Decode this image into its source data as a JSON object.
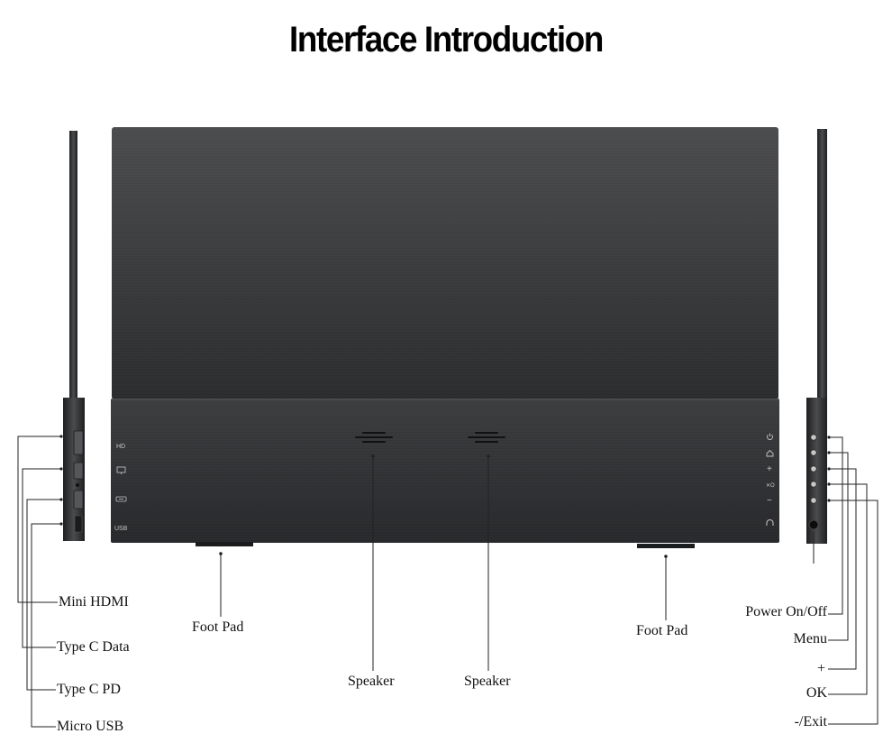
{
  "title": "Interface Introduction",
  "ports_left": [
    "Mini HDMI",
    "Type C Data",
    "Type C PD",
    "Micro USB"
  ],
  "device_labels": {
    "foot_pad_left": "Foot Pad",
    "foot_pad_right": "Foot Pad",
    "speaker_left": "Speaker",
    "speaker_right": "Speaker"
  },
  "buttons_right": [
    "Power On/Off",
    "Menu",
    "+",
    "OK",
    "-/Exit"
  ],
  "panel_markings": {
    "hd": "HD",
    "usb": "USB",
    "plus": "+",
    "ok": "✕O",
    "minus": "−"
  },
  "colors": {
    "panel_dark": "#2b2c2e",
    "panel_top": "#3a3b3d",
    "panel_bottom": "#2f3032",
    "lines": "#222222"
  }
}
